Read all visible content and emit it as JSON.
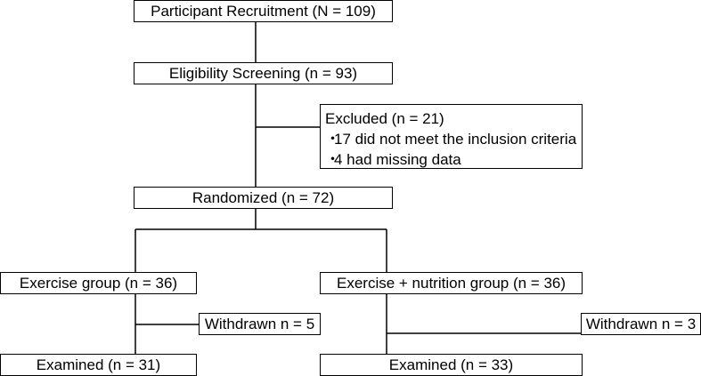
{
  "flow": {
    "recruitment": "Participant Recruitment (N = 109)",
    "screening": "Eligibility Screening (n = 93)",
    "excluded": {
      "title": "Excluded (n = 21)",
      "bullet": "・",
      "items": [
        "17 did not meet the inclusion criteria",
        "4 had missing data"
      ]
    },
    "randomized": "Randomized (n = 72)",
    "exercise_group": {
      "label": "Exercise group (n = 36)",
      "withdrawn": "Withdrawn n = 5",
      "examined": "Examined (n = 31)"
    },
    "nutrition_group": {
      "label": "Exercise + nutrition group (n = 36)",
      "withdrawn": "Withdrawn n = 3",
      "examined": "Examined (n = 33)"
    }
  },
  "colors": {
    "line": "#000000",
    "box_border": "#000000",
    "background": "#ffffff"
  }
}
